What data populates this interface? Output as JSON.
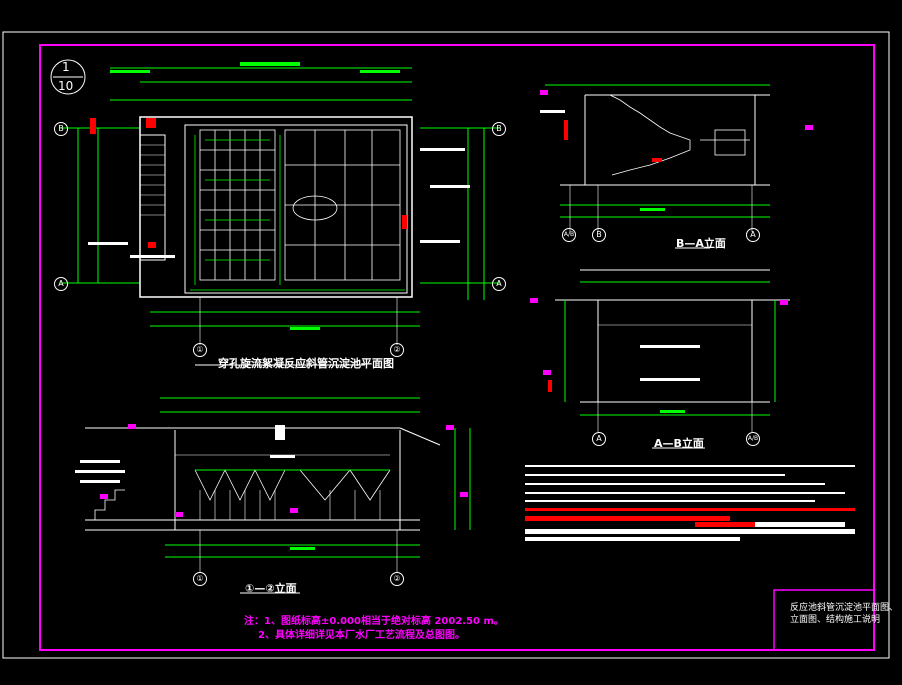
{
  "sheet": {
    "index_top": "1",
    "index_bottom": "10"
  },
  "plan": {
    "title": "穿孔旋流絮凝反应斜管沉淀池平面图",
    "axis_bottom_left": "①",
    "axis_bottom_right": "②",
    "axis_left_top": "B",
    "axis_left_bottom": "A",
    "axis_right_top": "B",
    "axis_right_bottom": "A"
  },
  "elev12": {
    "title": "①—②立面",
    "axis_left": "①",
    "axis_right": "②"
  },
  "elevBA": {
    "title": "B—A立面",
    "axis_left": "A/B",
    "axis_mid": "B",
    "axis_right": "A"
  },
  "elevAB": {
    "title": "A—B立面",
    "axis_left": "A",
    "axis_right": "A/B"
  },
  "notes": {
    "line1": "注：1、图纸标高±0.000相当于绝对标高 2002.50 m。",
    "line2": "2、具体详细详见本厂水厂工艺流程及总图图。"
  },
  "title_block": {
    "line1": "反应池斜管沉淀池平面图、",
    "line2": "立面图、结构施工说明"
  },
  "colors": {
    "frame": "#ff00ff",
    "dimension": "#00ff00",
    "outline": "#ffffff",
    "highlight": "#ff0000",
    "text_yellow": "#ffff00"
  }
}
